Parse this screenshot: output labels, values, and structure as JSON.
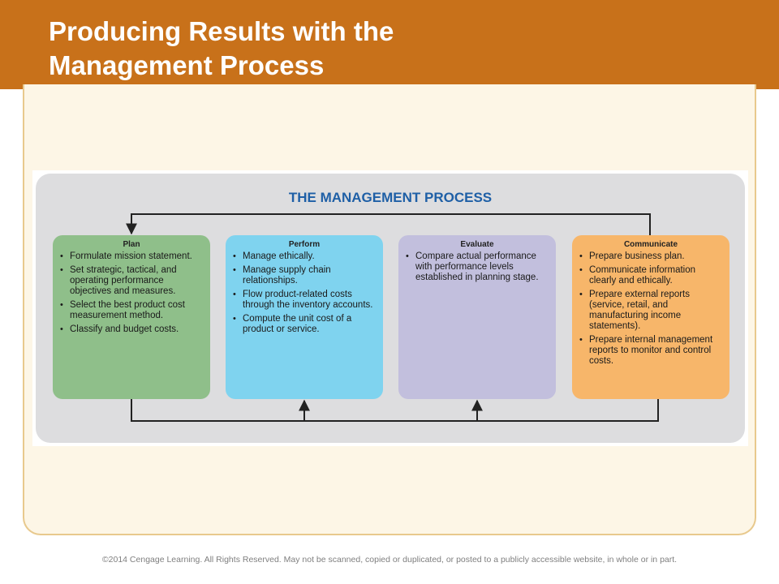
{
  "slide": {
    "title_line1": "Producing Results with the",
    "title_line2": "Management Process",
    "copyright": "©2014 Cengage Learning. All Rights Reserved. May not be scanned, copied or duplicated, or posted to a publicly accessible website, in whole or in part."
  },
  "diagram": {
    "title": "THE MANAGEMENT PROCESS",
    "boxes": [
      {
        "id": "plan",
        "title": "Plan",
        "color": "#8fbf8a",
        "items": [
          "Formulate mission statement.",
          "Set strategic, tactical, and operating performance objectives and measures.",
          "Select the best product cost measurement method.",
          "Classify and budget costs."
        ]
      },
      {
        "id": "perform",
        "title": "Perform",
        "color": "#7fd3ef",
        "items": [
          "Manage ethically.",
          "Manage supply chain relationships.",
          "Flow product-related costs through the inventory accounts.",
          "Compute the unit cost of a product or service."
        ]
      },
      {
        "id": "evaluate",
        "title": "Evaluate",
        "color": "#c2bfdd",
        "items": [
          "Compare actual performance with performance levels established in planning stage."
        ]
      },
      {
        "id": "communicate",
        "title": "Communicate",
        "color": "#f7b66a",
        "items": [
          "Prepare business plan.",
          "Communicate information clearly and ethically.",
          "Prepare external reports (service, retail, and manufacturing income statements).",
          "Prepare internal management reports to monitor and control costs."
        ]
      }
    ]
  },
  "colors": {
    "header": "#c8711a",
    "panel": "#fdf6e6",
    "diagram_bg": "#dddddf",
    "diagram_title": "#1e5fa6"
  }
}
